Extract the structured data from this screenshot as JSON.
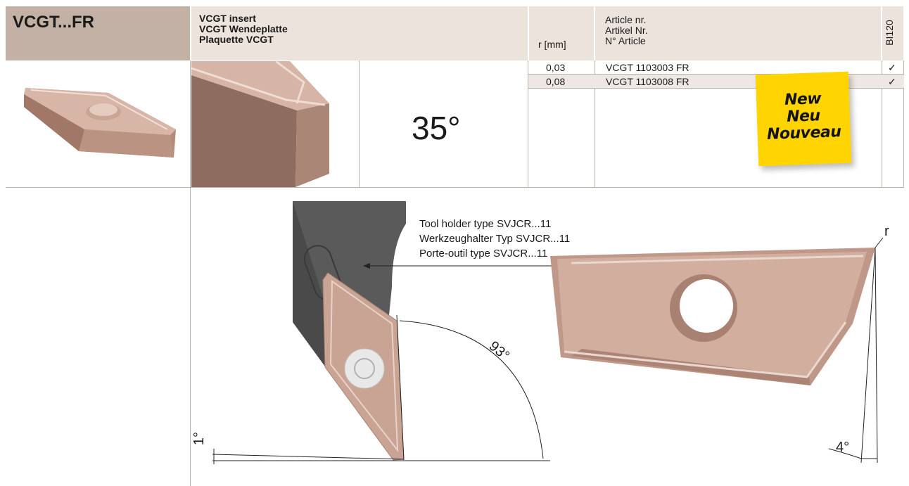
{
  "header": {
    "code": "VCGT...FR",
    "description": [
      "VCGT insert",
      "VCGT Wendeplatte",
      "Plaquette VCGT"
    ],
    "radius_header": "r [mm]",
    "article_header": [
      "Article nr.",
      "Artikel Nr.",
      "N° Article"
    ],
    "grade_header": "BI120"
  },
  "angle_label": "35°",
  "rows": [
    {
      "radius": "0,03",
      "article": "VCGT 1103003 FR",
      "check": "✓"
    },
    {
      "radius": "0,08",
      "article": "VCGT 1103008 FR",
      "check": "✓"
    }
  ],
  "sticky": {
    "lines": [
      "New",
      "Neu",
      "Nouveau"
    ],
    "color": "#ffd400"
  },
  "drawing": {
    "holder_text": [
      "Tool holder type SVJCR...11",
      "Werkzeughalter Typ SVJCR...11",
      "Porte-outil type SVJCR...11"
    ],
    "angle_93": "93°",
    "angle_1": "1°",
    "angle_4": "4°",
    "radius_label": "r"
  },
  "colors": {
    "header_bg": "#ece3dd",
    "insert": "#c9a393",
    "holder": "#5a5a5a",
    "row_alt": "#efe7e3"
  }
}
